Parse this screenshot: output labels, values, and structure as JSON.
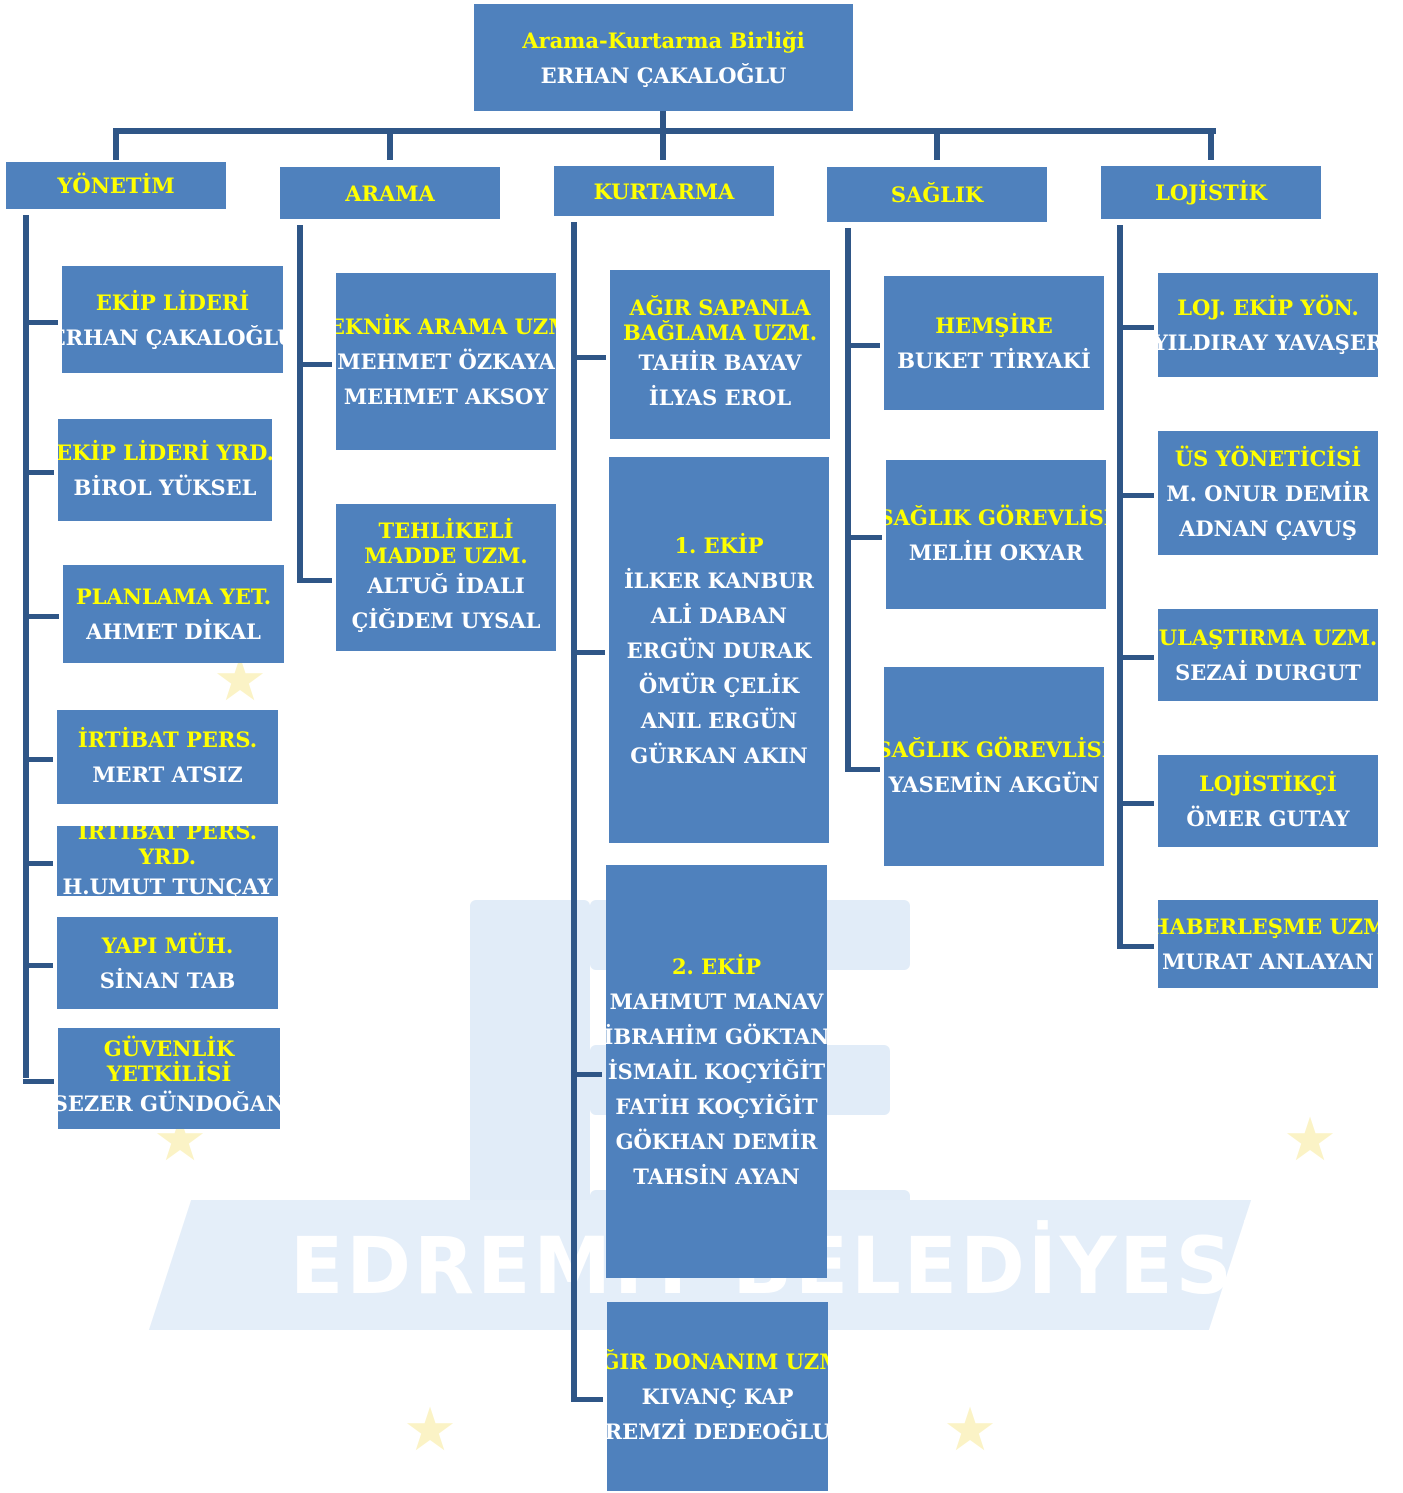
{
  "root": {
    "title": "Arama-Kurtarma Birliği",
    "name": "ERHAN ÇAKALOĞLU"
  },
  "watermark": {
    "text": "EDREMİT BELEDİYESİ"
  },
  "colors": {
    "box": "#4f81bd",
    "line": "#2f5687",
    "title_text": "#ffff00",
    "name_text": "#ffffff"
  },
  "departments": [
    {
      "label": "YÖNETİM",
      "members": [
        {
          "role": "EKİP LİDERİ",
          "names": [
            "ERHAN ÇAKALOĞLU"
          ]
        },
        {
          "role": "EKİP LİDERİ YRD.",
          "names": [
            "BİROL YÜKSEL"
          ]
        },
        {
          "role": "PLANLAMA YET.",
          "names": [
            "AHMET DİKAL"
          ]
        },
        {
          "role": "İRTİBAT PERS.",
          "names": [
            "MERT ATSIZ"
          ]
        },
        {
          "role": "İRTİBAT PERS. YRD.",
          "names": [
            "H.UMUT TUNÇAY"
          ]
        },
        {
          "role": "YAPI MÜH.",
          "names": [
            "SİNAN TAB"
          ]
        },
        {
          "role": "GÜVENLİK YETKİLİSİ",
          "names": [
            "SEZER GÜNDOĞAN"
          ]
        }
      ]
    },
    {
      "label": "ARAMA",
      "members": [
        {
          "role": "TEKNİK ARAMA UZM.",
          "names": [
            "MEHMET ÖZKAYA",
            "MEHMET AKSOY"
          ]
        },
        {
          "role": "TEHLİKELİ MADDE UZM.",
          "names": [
            "ALTUĞ İDALI",
            "ÇİĞDEM UYSAL"
          ]
        }
      ]
    },
    {
      "label": "KURTARMA",
      "members": [
        {
          "role": "AĞIR SAPANLA BAĞLAMA UZM.",
          "names": [
            "TAHİR BAYAV",
            "İLYAS EROL"
          ]
        },
        {
          "role": "1. EKİP",
          "names": [
            "İLKER KANBUR",
            "ALİ DABAN",
            "ERGÜN DURAK",
            "ÖMÜR ÇELİK",
            "ANIL ERGÜN",
            "GÜRKAN AKIN"
          ]
        },
        {
          "role": "2. EKİP",
          "names": [
            "MAHMUT MANAV",
            "İBRAHİM GÖKTAN",
            "İSMAİL KOÇYİĞİT",
            "FATİH KOÇYİĞİT",
            "GÖKHAN DEMİR",
            "TAHSİN AYAN"
          ]
        },
        {
          "role": "AĞIR DONANIM UZM.",
          "names": [
            "KIVANÇ KAP",
            "REMZİ DEDEOĞLU"
          ]
        }
      ]
    },
    {
      "label": "SAĞLIK",
      "members": [
        {
          "role": "HEMŞİRE",
          "names": [
            "BUKET TİRYAKİ"
          ]
        },
        {
          "role": "SAĞLIK GÖREVLİSİ",
          "names": [
            "MELİH OKYAR"
          ]
        },
        {
          "role": "SAĞLIK GÖREVLİSİ",
          "names": [
            "YASEMİN AKGÜN"
          ]
        }
      ]
    },
    {
      "label": "LOJİSTİK",
      "members": [
        {
          "role": "LOJ. EKİP YÖN.",
          "names": [
            "YILDIRAY YAVAŞER"
          ]
        },
        {
          "role": "ÜS YÖNETİCİSİ",
          "names": [
            "M. ONUR DEMİR",
            "ADNAN ÇAVUŞ"
          ]
        },
        {
          "role": "ULAŞTIRMA UZM.",
          "names": [
            "SEZAİ DURGUT"
          ]
        },
        {
          "role": "LOJİSTİKÇİ",
          "names": [
            "ÖMER GUTAY"
          ]
        },
        {
          "role": "HABERLEŞME UZM",
          "names": [
            "MURAT ANLAYAN"
          ]
        }
      ]
    }
  ]
}
